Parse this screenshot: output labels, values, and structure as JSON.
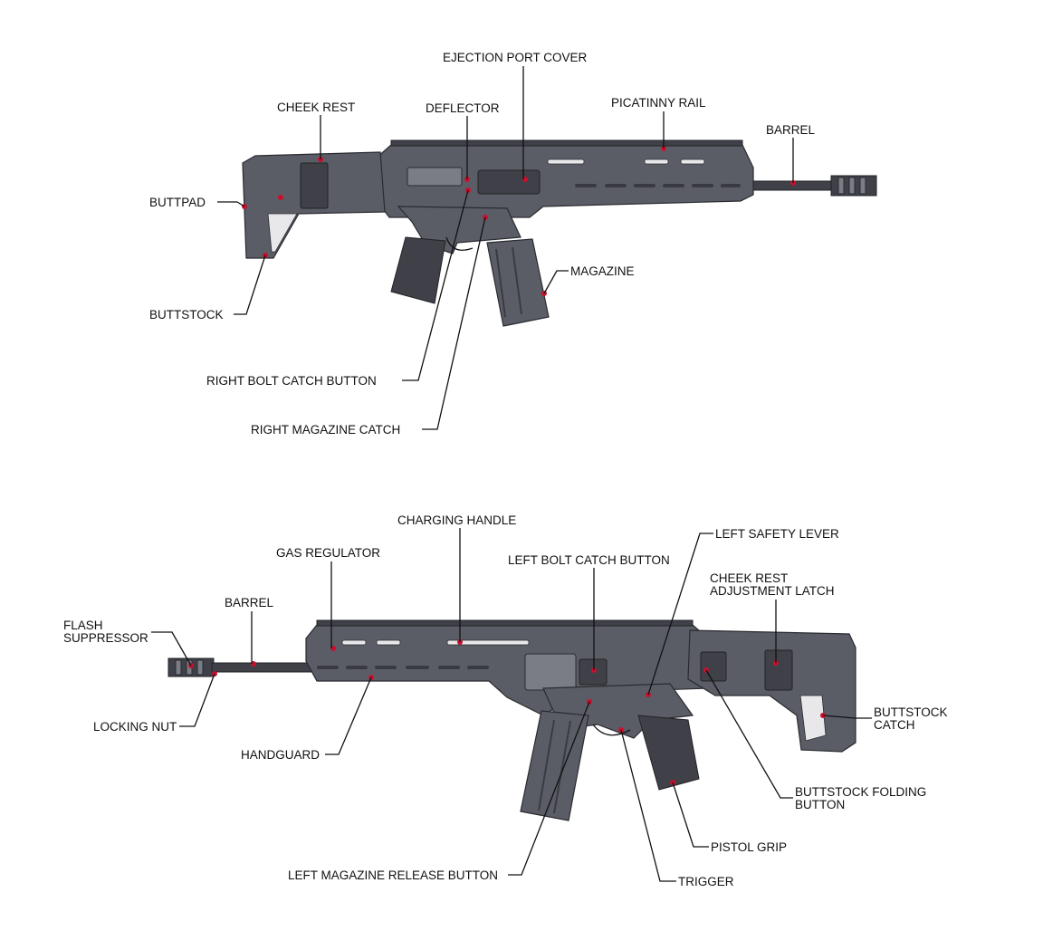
{
  "colors": {
    "callout_dot": "#c8102e",
    "rifle_body": "#5b5d66",
    "line": "#111111"
  },
  "top_view": {
    "labels": {
      "ejection_port_cover": "EJECTION PORT COVER",
      "cheek_rest": "CHEEK REST",
      "deflector": "DEFLECTOR",
      "picatinny_rail": "PICATINNY RAIL",
      "barrel": "BARREL",
      "buttpad": "BUTTPAD",
      "magazine": "MAGAZINE",
      "buttstock": "BUTTSTOCK",
      "right_bolt_catch_button": "RIGHT BOLT CATCH BUTTON",
      "right_magazine_catch": "RIGHT MAGAZINE CATCH"
    }
  },
  "bottom_view": {
    "labels": {
      "charging_handle": "CHARGING HANDLE",
      "left_safety_lever": "LEFT SAFETY LEVER",
      "gas_regulator": "GAS REGULATOR",
      "left_bolt_catch_button": "LEFT BOLT CATCH BUTTON",
      "cheek_rest_adjustment_latch_line1": "CHEEK REST",
      "cheek_rest_adjustment_latch_line2": "ADJUSTMENT LATCH",
      "barrel": "BARREL",
      "flash_suppressor_line1": "FLASH",
      "flash_suppressor_line2": "SUPPRESSOR",
      "buttstock_catch_line1": "BUTTSTOCK",
      "buttstock_catch_line2": "CATCH",
      "locking_nut": "LOCKING NUT",
      "handguard": "HANDGUARD",
      "buttstock_folding_button_line1": "BUTTSTOCK FOLDING",
      "buttstock_folding_button_line2": "BUTTON",
      "pistol_grip": "PISTOL GRIP",
      "left_magazine_release_button": "LEFT MAGAZINE RELEASE BUTTON",
      "trigger": "TRIGGER"
    }
  }
}
